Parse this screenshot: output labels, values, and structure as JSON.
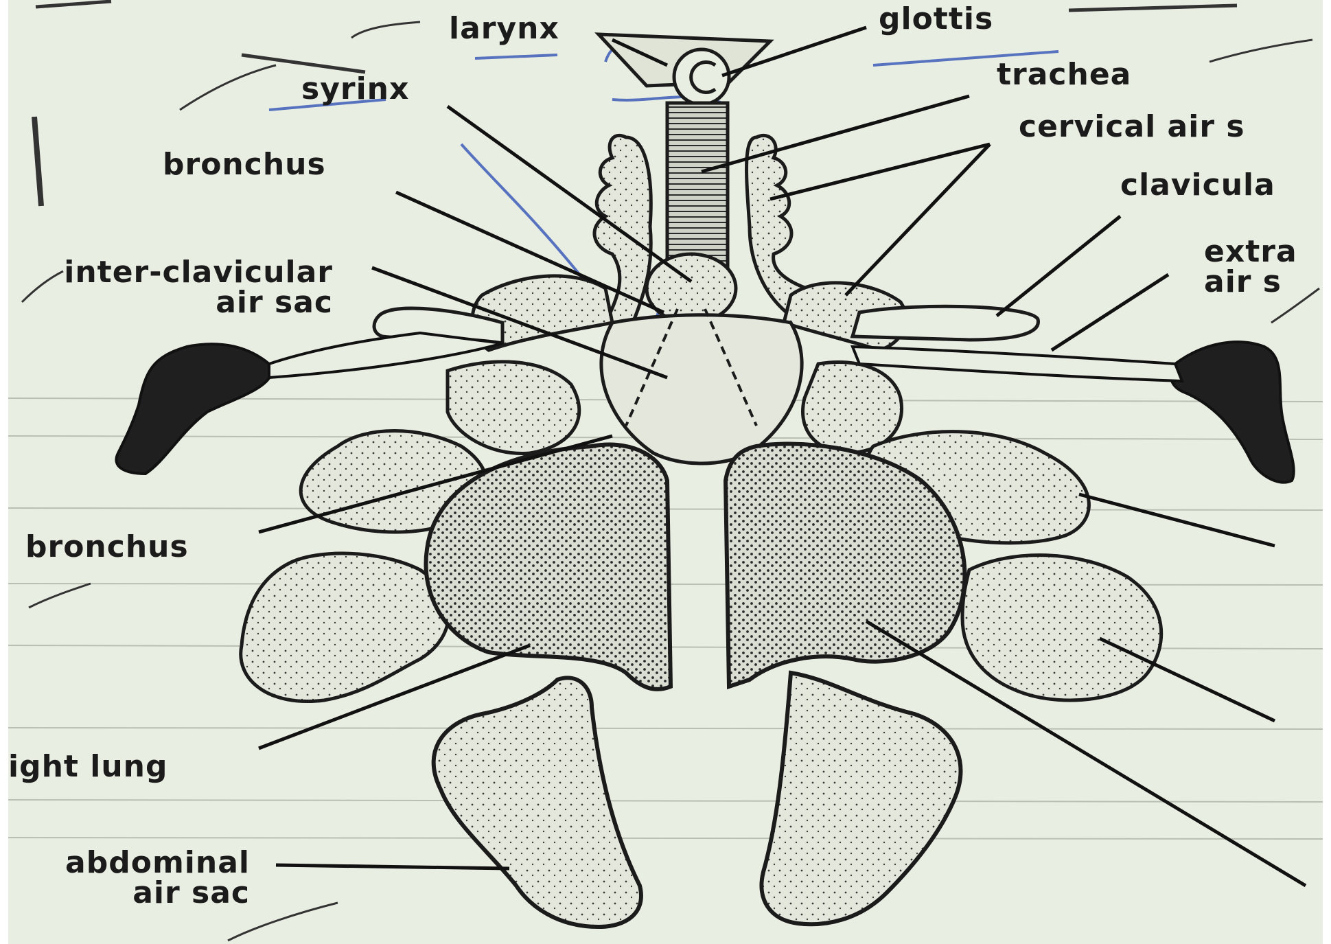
{
  "colors": {
    "paper": "#e9eee2",
    "ink": "#1b1b1b",
    "pen": "#3d5cb8",
    "stipple": "#2a2a2a"
  },
  "labels": {
    "larynx": "larynx",
    "glottis": "glottis",
    "syrinx": "syrinx",
    "trachea": "trachea",
    "cervical_air_sac": "cervical air s",
    "bronchus_upper": "bronchus",
    "clavicular": "clavicula",
    "inter_clavicular_line1": "inter-clavicular",
    "inter_clavicular_line2": "air sac",
    "extra_line1": "extra",
    "extra_line2": "air s",
    "bronchus_lower": "bronchus",
    "right_lung": "ight lung",
    "abdominal_line1": "abdominal",
    "abdominal_line2": "air sac"
  },
  "icons": [
    "pen-tick-mark",
    "stippled-lung",
    "wing-bone"
  ]
}
